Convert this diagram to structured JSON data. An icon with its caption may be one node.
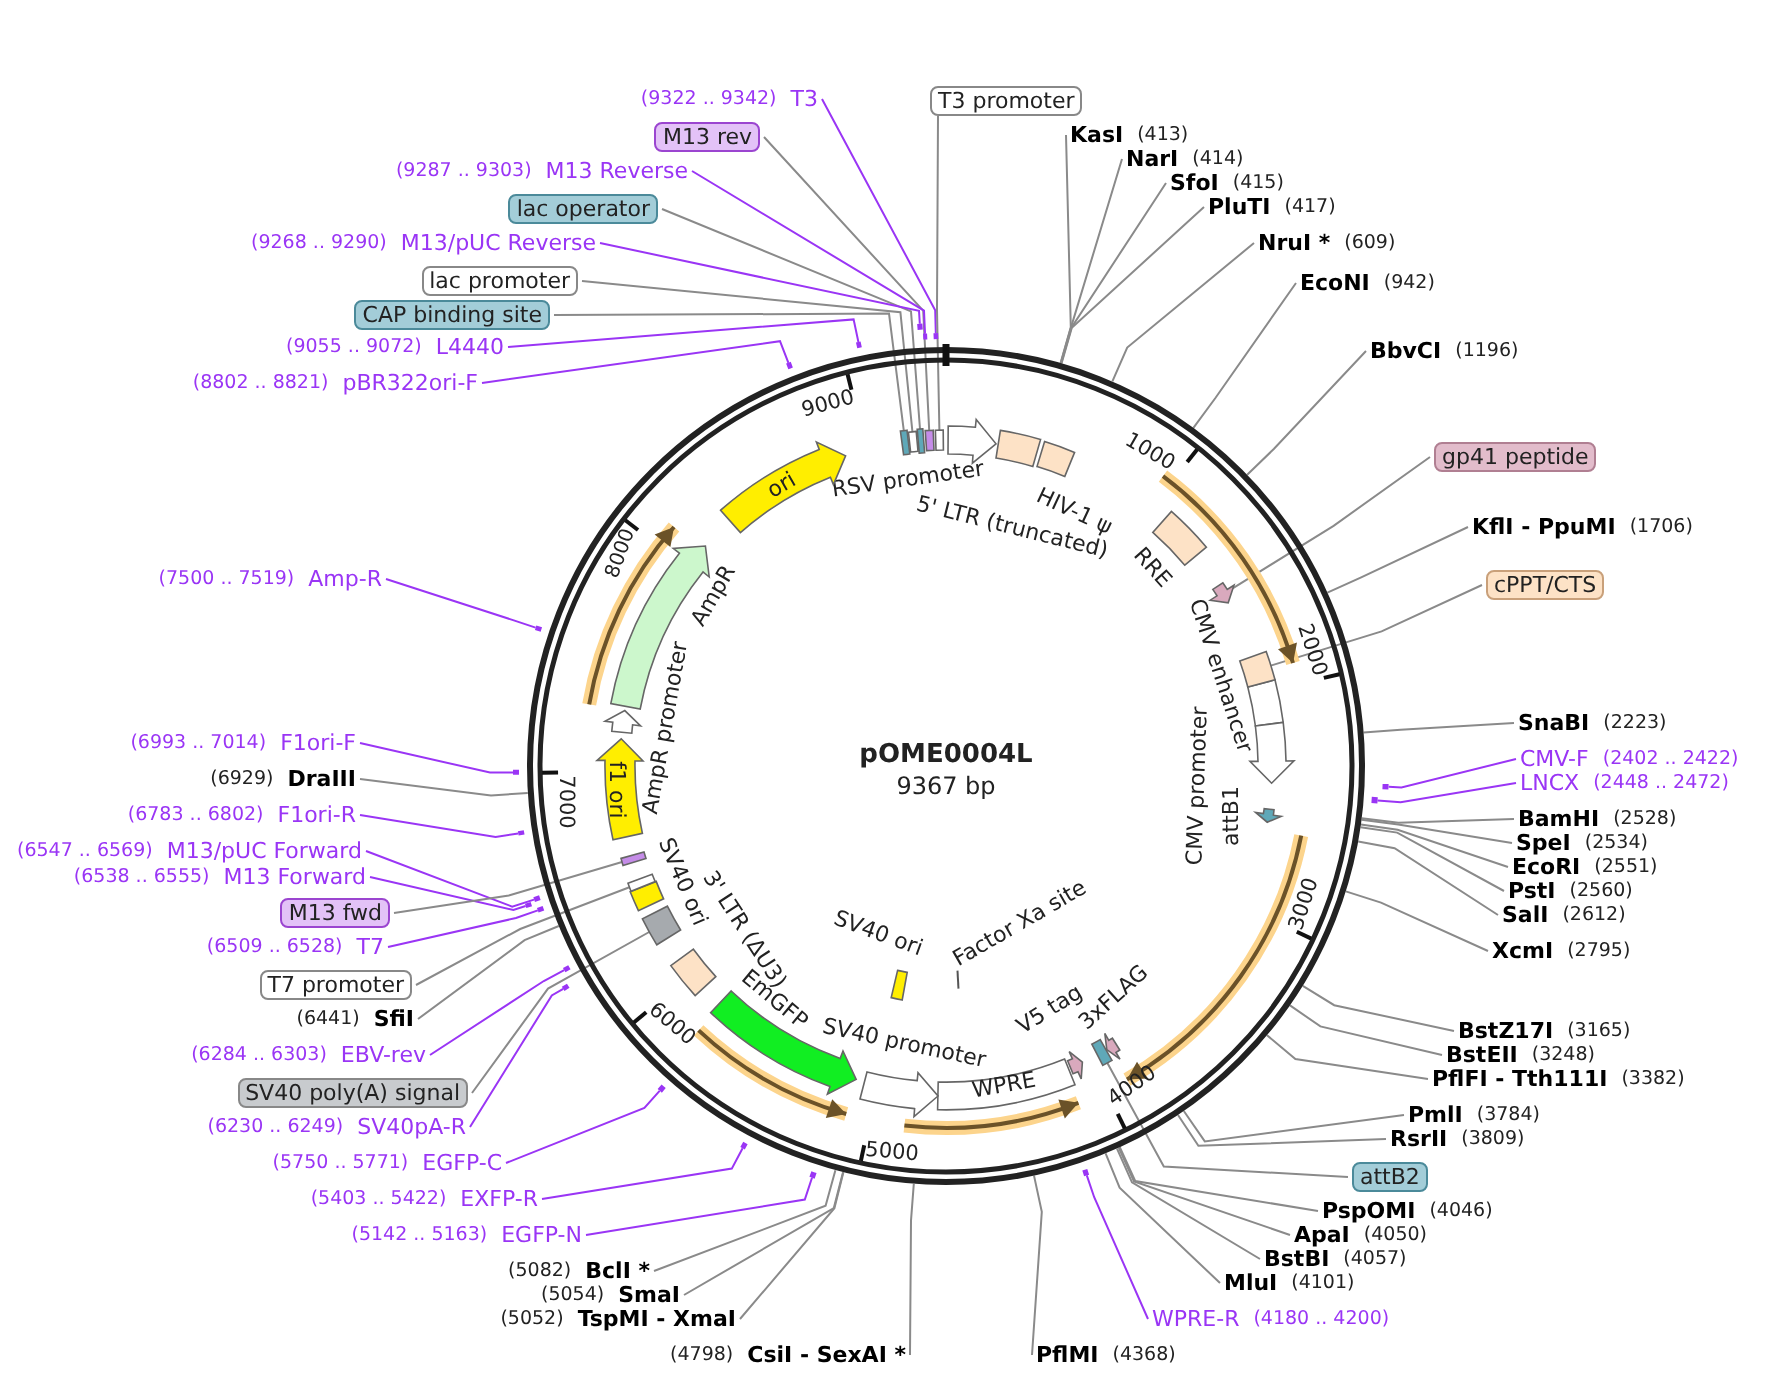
{
  "diagram": {
    "title": "pOME0004L",
    "nodes": [
      {
        "text": [
          "(9322 .. 9342)",
          "T3"
        ]
      },
      {
        "text": [
          "M13 rev"
        ]
      },
      {
        "text": [
          "(9287 .. 9303)",
          "M13 Reverse"
        ]
      },
      {
        "text": [
          "lac operator"
        ]
      },
      {
        "text": [
          "(9268 .. 9290)",
          "M13/pUC Reverse"
        ]
      },
      {
        "text": [
          "lac promoter"
        ]
      },
      {
        "text": [
          "CAP binding site"
        ]
      },
      {
        "text": [
          "(9055 .. 9072)",
          "L4440"
        ]
      },
      {
        "text": [
          "(8802 .. 8821)",
          "pBR322ori-F"
        ]
      },
      {
        "text": [
          "(7500 .. 7519)",
          "Amp-R"
        ]
      },
      {
        "text": [
          "(6993 .. 7014)",
          "F1ori-F"
        ]
      },
      {
        "text": [
          "(6929)",
          "DraIII"
        ]
      },
      {
        "text": [
          "(6783 .. 6802)",
          "F1ori-R"
        ]
      },
      {
        "text": [
          "(6547 .. 6569)",
          "M13/pUC Forward"
        ]
      },
      {
        "text": [
          "(6538 .. 6555)",
          "M13 Forward"
        ]
      },
      {
        "text": [
          "M13 fwd"
        ]
      },
      {
        "text": [
          "(6509 .. 6528)",
          "T7"
        ]
      },
      {
        "text": [
          "T7 promoter"
        ]
      },
      {
        "text": [
          "(6441)",
          "SfiI"
        ]
      },
      {
        "text": [
          "(6284 .. 6303)",
          "EBV-rev"
        ]
      },
      {
        "text": [
          "SV40 poly(A) signal"
        ]
      },
      {
        "text": [
          "(6230 .. 6249)",
          "SV40pA-R"
        ]
      },
      {
        "text": [
          "(5750 .. 5771)",
          "EGFP-C"
        ]
      },
      {
        "text": [
          "(5403 .. 5422)",
          "EXFP-R"
        ]
      },
      {
        "text": [
          "(5142 .. 5163)",
          "EGFP-N"
        ]
      },
      {
        "text": [
          "(5082)",
          "BclI *"
        ]
      },
      {
        "text": [
          "(5054)",
          "SmaI"
        ]
      },
      {
        "text": [
          "(5052)",
          "TspMI - XmaI"
        ]
      },
      {
        "text": [
          "(4798)",
          "CsiI - SexAI *"
        ]
      },
      {
        "text": [
          "PflMI",
          "(4368)"
        ]
      },
      {
        "text": [
          "WPRE-R",
          "(4180 .. 4200)"
        ]
      },
      {
        "text": [
          "MluI",
          "(4101)"
        ]
      },
      {
        "text": [
          "BstBI",
          "(4057)"
        ]
      },
      {
        "text": [
          "ApaI",
          "(4050)"
        ]
      },
      {
        "text": [
          "PspOMI",
          "(4046)"
        ]
      },
      {
        "text": [
          "attB2"
        ]
      },
      {
        "text": [
          "RsrII",
          "(3809)"
        ]
      },
      {
        "text": [
          "PmlI",
          "(3784)"
        ]
      },
      {
        "text": [
          "PflFI - Tth111I",
          "(3382)"
        ]
      },
      {
        "text": [
          "BstEII",
          "(3248)"
        ]
      },
      {
        "text": [
          "BstZ17I",
          "(3165)"
        ]
      },
      {
        "text": [
          "XcmI",
          "(2795)"
        ]
      },
      {
        "text": [
          "SalI",
          "(2612)"
        ]
      },
      {
        "text": [
          "PstI",
          "(2560)"
        ]
      },
      {
        "text": [
          "EcoRI",
          "(2551)"
        ]
      },
      {
        "text": [
          "SpeI",
          "(2534)"
        ]
      },
      {
        "text": [
          "BamHI",
          "(2528)"
        ]
      },
      {
        "text": [
          "LNCX",
          "(2448 .. 2472)"
        ]
      },
      {
        "text": [
          "CMV-F",
          "(2402 .. 2422)"
        ]
      },
      {
        "text": [
          "SnaBI",
          "(2223)"
        ]
      },
      {
        "text": [
          "cPPT/CTS"
        ]
      },
      {
        "text": [
          "KflI - PpuMI",
          "(1706)"
        ]
      },
      {
        "text": [
          "gp41 peptide"
        ]
      },
      {
        "text": [
          "BbvCI",
          "(1196)"
        ]
      },
      {
        "text": [
          "EcoNI",
          "(942)"
        ]
      },
      {
        "text": [
          "NruI *",
          "(609)"
        ]
      },
      {
        "text": [
          "PluTI",
          "(417)"
        ]
      },
      {
        "text": [
          "SfoI",
          "(415)"
        ]
      },
      {
        "text": [
          "NarI",
          "(414)"
        ]
      },
      {
        "text": [
          "KasI",
          "(413)"
        ]
      },
      {
        "text": [
          "T3 promoter"
        ]
      },
      {
        "text": [
          "RSV promoter"
        ],
        "in": 111
      },
      {
        "text": [
          "5' LTR (truncated)"
        ],
        "in": 111
      },
      {
        "text": [
          "HIV-1 ψ"
        ],
        "in": 111
      },
      {
        "text": [
          "RRE"
        ],
        "in": 111
      },
      {
        "text": [
          "CMV enhancer"
        ],
        "in": 111
      },
      {
        "text": [
          "CMV promoter"
        ],
        "in": 111
      },
      {
        "text": [
          "attB1"
        ],
        "in": 111
      },
      {
        "text": [
          "V5 tag"
        ],
        "in": 111
      },
      {
        "text": [
          "3xFLAG"
        ],
        "in": 111
      },
      {
        "text": [
          "Factor Xa site"
        ],
        "in": 111
      },
      {
        "text": [
          "SV40 ori"
        ],
        "in": 111
      },
      {
        "text": [
          "WPRE"
        ],
        "in": 111
      },
      {
        "text": [
          "SV40 promoter"
        ],
        "in": 111
      },
      {
        "text": [
          "EmGFP"
        ],
        "in": 111
      },
      {
        "text": [
          "3' LTR (ΔU3)"
        ],
        "in": 111
      },
      {
        "text": [
          "SV40 ori"
        ],
        "in": 111
      },
      {
        "text": [
          "f1 ori"
        ],
        "in": 111
      },
      {
        "text": [
          "AmpR promoter"
        ],
        "in": 111
      },
      {
        "text": [
          "AmpR"
        ],
        "in": 111
      },
      {
        "text": [
          "ori"
        ],
        "in": 111
      },
      {
        "text": [],
        "shape": "bar"
      },
      {
        "text": [],
        "shape": "bar"
      },
      {
        "text": [],
        "shape": "bar"
      },
      {
        "text": [],
        "shape": "bar"
      },
      {
        "text": [],
        "shape": "bar"
      },
      {
        "text": [],
        "shape": "bar"
      },
      {
        "text": [],
        "shape": "bar"
      },
      {
        "text": [],
        "shape": "bar"
      },
      {
        "text": [],
        "shape": "bar"
      },
      {
        "text": [],
        "shape": "bar"
      },
      {
        "text": [],
        "shape": "bar"
      },
      {
        "text": [],
        "shape": "bar"
      },
      {
        "text": [],
        "shape": "bar"
      },
      {
        "text": [],
        "shape": "bar"
      },
      {
        "text": [],
        "shape": "bar"
      },
      {
        "text": [],
        "shape": "bar"
      },
      {
        "text": [],
        "shape": "bar"
      },
      {
        "text": [],
        "shape": "bar"
      },
      {
        "text": [],
        "shape": "bar"
      },
      {
        "text": [],
        "shape": "box",
        "in": 111
      },
      {
        "text": [],
        "shape": "box",
        "in": 111
      },
      {
        "text": [],
        "shape": "box",
        "in": 111
      },
      {
        "text": [],
        "shape": "box",
        "in": 111
      },
      {
        "text": [],
        "shape": "box",
        "in": 111
      },
      {
        "text": [],
        "shape": "box",
        "in": 111
      },
      {
        "text": [],
        "shape": "box",
        "in": 111
      },
      {
        "text": [],
        "shape": "box",
        "in": 111
      },
      {
        "text": [],
        "shape": "box",
        "in": 111
      },
      {
        "text": [],
        "shape": "box",
        "in": 111
      },
      {
        "text": [],
        "shape": "box",
        "in": 111
      },
      {
        "text": [],
        "shape": "circle"
      }
    ],
    "edges": [
      {
        "from": 0,
        "to": 81,
        "arrow": "none",
        "color": "#9a35f5"
      },
      {
        "from": 1,
        "to": 100,
        "arrow": "none"
      },
      {
        "from": 2,
        "to": 82,
        "arrow": "none",
        "color": "#9a35f5"
      },
      {
        "from": 3,
        "to": 101,
        "arrow": "none"
      },
      {
        "from": 4,
        "to": 83,
        "arrow": "none",
        "color": "#9a35f5"
      },
      {
        "from": 5,
        "to": 102,
        "arrow": "none"
      },
      {
        "from": 6,
        "to": 103,
        "arrow": "none"
      },
      {
        "from": 7,
        "to": 84,
        "arrow": "none",
        "color": "#9a35f5"
      },
      {
        "from": 8,
        "to": 85,
        "arrow": "none",
        "color": "#9a35f5"
      },
      {
        "from": 9,
        "to": 86,
        "arrow": "none",
        "color": "#9a35f5"
      },
      {
        "from": 10,
        "to": 87,
        "arrow": "none",
        "color": "#9a35f5"
      },
      {
        "from": 11,
        "to": 111,
        "arrow": "none"
      },
      {
        "from": 12,
        "to": 88,
        "arrow": "none",
        "color": "#9a35f5"
      },
      {
        "from": 13,
        "to": 89,
        "arrow": "none",
        "color": "#9a35f5"
      },
      {
        "from": 14,
        "to": 90,
        "arrow": "none",
        "color": "#9a35f5"
      },
      {
        "from": 15,
        "to": 104,
        "arrow": "none"
      },
      {
        "from": 16,
        "to": 91,
        "arrow": "none",
        "color": "#9a35f5"
      },
      {
        "from": 17,
        "to": 105,
        "arrow": "none"
      },
      {
        "from": 18,
        "to": 111,
        "arrow": "none"
      },
      {
        "from": 19,
        "to": 92,
        "arrow": "none",
        "color": "#9a35f5"
      },
      {
        "from": 20,
        "to": 106,
        "arrow": "none"
      },
      {
        "from": 21,
        "to": 93,
        "arrow": "none",
        "color": "#9a35f5"
      },
      {
        "from": 22,
        "to": 94,
        "arrow": "none",
        "color": "#9a35f5"
      },
      {
        "from": 23,
        "to": 95,
        "arrow": "none",
        "color": "#9a35f5"
      },
      {
        "from": 24,
        "to": 96,
        "arrow": "none",
        "color": "#9a35f5"
      },
      {
        "from": 25,
        "to": 111,
        "arrow": "none"
      },
      {
        "from": 26,
        "to": 111,
        "arrow": "none"
      },
      {
        "from": 27,
        "to": 111,
        "arrow": "none"
      },
      {
        "from": 28,
        "to": 111,
        "arrow": "none"
      },
      {
        "from": 29,
        "to": 111,
        "arrow": "none"
      },
      {
        "from": 30,
        "to": 97,
        "arrow": "none",
        "color": "#9a35f5"
      },
      {
        "from": 31,
        "to": 111,
        "arrow": "none"
      },
      {
        "from": 32,
        "to": 111,
        "arrow": "none"
      },
      {
        "from": 33,
        "to": 111,
        "arrow": "none"
      },
      {
        "from": 34,
        "to": 111,
        "arrow": "none"
      },
      {
        "from": 35,
        "to": 107,
        "arrow": "none"
      },
      {
        "from": 36,
        "to": 111,
        "arrow": "none"
      },
      {
        "from": 37,
        "to": 111,
        "arrow": "none"
      },
      {
        "from": 38,
        "to": 111,
        "arrow": "none"
      },
      {
        "from": 39,
        "to": 111,
        "arrow": "none"
      },
      {
        "from": 40,
        "to": 111,
        "arrow": "none"
      },
      {
        "from": 41,
        "to": 111,
        "arrow": "none"
      },
      {
        "from": 42,
        "to": 111,
        "arrow": "none"
      },
      {
        "from": 43,
        "to": 111,
        "arrow": "none"
      },
      {
        "from": 44,
        "to": 111,
        "arrow": "none"
      },
      {
        "from": 45,
        "to": 111,
        "arrow": "none"
      },
      {
        "from": 46,
        "to": 111,
        "arrow": "none"
      },
      {
        "from": 47,
        "to": 98,
        "arrow": "none",
        "color": "#9a35f5"
      },
      {
        "from": 48,
        "to": 99,
        "arrow": "none",
        "color": "#9a35f5"
      },
      {
        "from": 49,
        "to": 111,
        "arrow": "none"
      },
      {
        "from": 50,
        "to": 108,
        "arrow": "none"
      },
      {
        "from": 51,
        "to": 111,
        "arrow": "none"
      },
      {
        "from": 52,
        "to": 109,
        "arrow": "none"
      },
      {
        "from": 53,
        "to": 111,
        "arrow": "none"
      },
      {
        "from": 54,
        "to": 111,
        "arrow": "none"
      },
      {
        "from": 55,
        "to": 111,
        "arrow": "none"
      },
      {
        "from": 56,
        "to": 111,
        "arrow": "none"
      },
      {
        "from": 57,
        "to": 111,
        "arrow": "none"
      },
      {
        "from": 58,
        "to": 111,
        "arrow": "none"
      },
      {
        "from": 59,
        "to": 111,
        "arrow": "none"
      },
      {
        "from": 60,
        "to": 110,
        "arrow": "none"
      }
    ],
    "labels": [
      "1000",
      "2000",
      "3000",
      "4000",
      "5000",
      "6000",
      "7000",
      "8000",
      "9000",
      "9367 bp"
    ]
  }
}
